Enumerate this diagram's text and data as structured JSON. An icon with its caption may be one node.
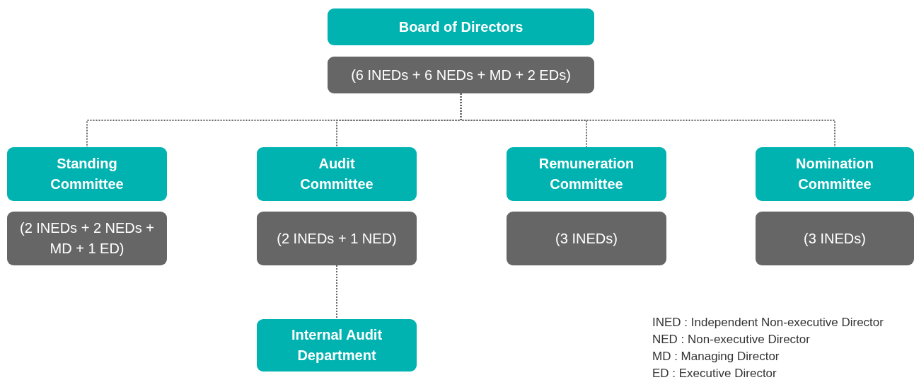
{
  "diagram": {
    "nodes": [
      {
        "text": [
          "Board of Directors"
        ]
      },
      {
        "text": [
          "(6 INEDs + 6 NEDs + MD + 2 EDs)"
        ]
      },
      {
        "text": [
          "Standing Committee"
        ]
      },
      {
        "text": [
          "(2 INEDs + 2 NEDs + MD + 1 ED)"
        ]
      },
      {
        "text": [
          "Audit Committee"
        ]
      },
      {
        "text": [
          "(2 INEDs + 1 NED)"
        ]
      },
      {
        "text": [
          "Remuneration Committee"
        ]
      },
      {
        "text": [
          "(3 INEDs)"
        ]
      },
      {
        "text": [
          "Nomination Committee"
        ]
      },
      {
        "text": [
          "(3 INEDs)"
        ]
      },
      {
        "text": [
          "Internal Audit Department"
        ]
      }
    ],
    "edges": [
      {
        "from": 1,
        "to": 2,
        "arrow": "none"
      },
      {
        "from": 1,
        "to": 4,
        "arrow": "none"
      },
      {
        "from": 1,
        "to": 6,
        "arrow": "none"
      },
      {
        "from": 1,
        "to": 8,
        "arrow": "none"
      },
      {
        "from": 5,
        "to": 10,
        "arrow": "none"
      }
    ],
    "labels": [
      "INED : Independent Non-executive Director",
      "NED : Non-executive Director",
      "MD : Managing Director",
      "ED : Executive Director"
    ]
  }
}
